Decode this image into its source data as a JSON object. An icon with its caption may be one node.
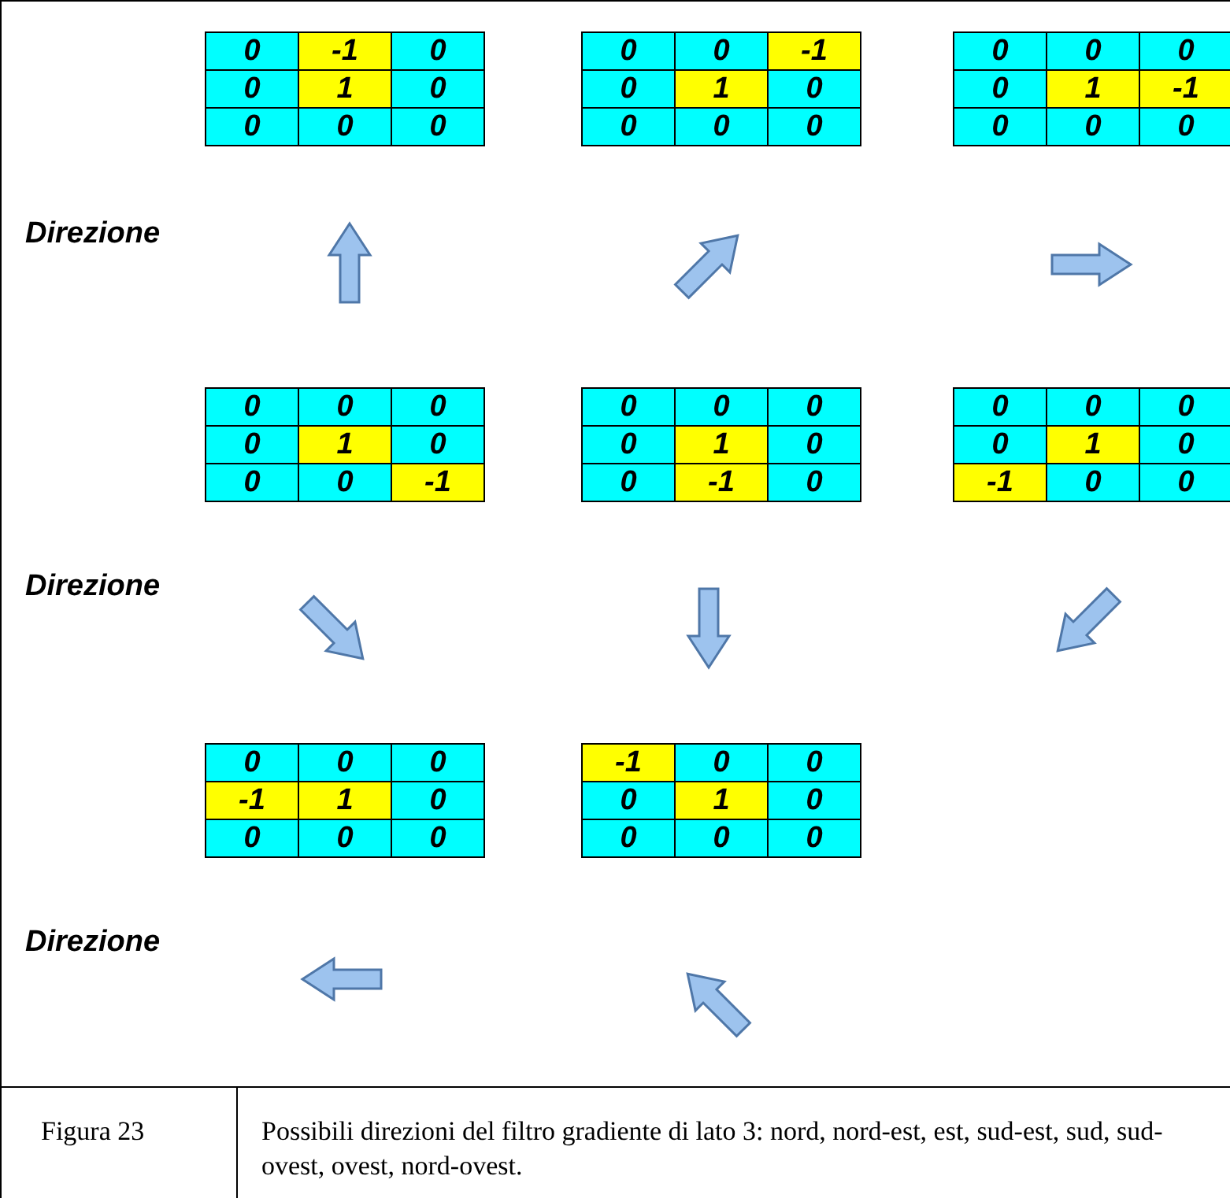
{
  "diagram": {
    "labels": [
      "0",
      "-1",
      "0",
      "0",
      "1",
      "0",
      "0",
      "0",
      "0",
      "0",
      "0",
      "-1",
      "0",
      "1",
      "0",
      "0",
      "0",
      "0",
      "0",
      "0",
      "0",
      "0",
      "1",
      "-1",
      "0",
      "0",
      "0",
      "Direzione",
      "0",
      "0",
      "0",
      "0",
      "1",
      "0",
      "0",
      "0",
      "-1",
      "0",
      "0",
      "0",
      "0",
      "1",
      "0",
      "0",
      "-1",
      "0",
      "0",
      "0",
      "0",
      "0",
      "1",
      "0",
      "-1",
      "0",
      "0",
      "Direzione",
      "0",
      "0",
      "0",
      "-1",
      "1",
      "0",
      "0",
      "0",
      "0",
      "-1",
      "0",
      "0",
      "0",
      "1",
      "0",
      "0",
      "0",
      "0",
      "Direzione",
      "Figura 23",
      "Possibili direzioni del filtro gradiente di lato 3: nord, nord-est, est, sud-est, sud, sud-ovest, ovest, nord-ovest."
    ]
  }
}
